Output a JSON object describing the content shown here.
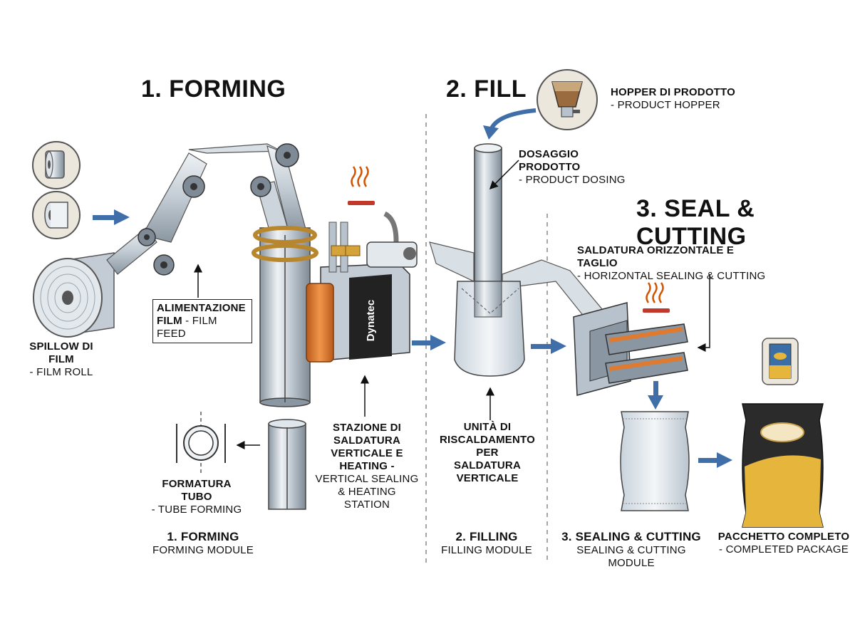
{
  "colors": {
    "arrow_blue": "#3f6ea8",
    "steel_light": "#dfe6ec",
    "steel_mid": "#b7c2cc",
    "steel_dark": "#7a8793",
    "copper": "#e07a2e",
    "heater_red": "#c0392b",
    "package_dark": "#2b2b2b",
    "package_gold": "#e5b53c"
  },
  "icons": [
    "film-roll-icon",
    "hopper-icon",
    "heat-icon",
    "package-icon"
  ],
  "titles": {
    "forming": "1. FORMING",
    "fill": "2. FILL",
    "seal": "3. SEAL & CUTTING"
  },
  "labels": {
    "film_roll": {
      "it": "SPILLOW DI FILM",
      "en": "- FILM ROLL"
    },
    "film_feed": {
      "it1": "ALIMENTAZIONE",
      "it2": "FILM",
      "en": " - FILM FEED"
    },
    "tube_forming": {
      "it": "FORMATURA TUBO",
      "en": "- TUBE FORMING"
    },
    "vertical_station": {
      "it": [
        "STAZIONE DI",
        "SALDATURA",
        "VERTICALE E",
        "HEATING -"
      ],
      "en": [
        "VERTICAL SEALING",
        "& HEATING STATION"
      ]
    },
    "heating_unit": {
      "it": [
        "UNITÀ DI",
        "RISCALDAMENTO PER",
        "SALDATURA VERTICALE"
      ]
    },
    "hopper": {
      "it": "HOPPER DI PRODOTTO",
      "en": "- PRODUCT HOPPER"
    },
    "dosing": {
      "it": "DOSAGGIO PRODOTTO",
      "en": "- PRODUCT DOSING"
    },
    "horizontal": {
      "it": "SALDATURA ORIZZONTALE E TAGLIO",
      "en": "- HORIZONTAL SEALING & CUTTING"
    },
    "heater_brand": "Dynatec"
  },
  "modules": [
    {
      "title": "1. FORMING",
      "subtitle": "FORMING MODULE"
    },
    {
      "title": "2. FILLING",
      "subtitle": "FILLING MODULE"
    },
    {
      "title": "3. SEALING & CUTTING",
      "subtitle": "SEALING & CUTTING MODULE"
    },
    {
      "title": "PACCHETTO COMPLETO",
      "subtitle": "- COMPLETED PACKAGE"
    }
  ]
}
